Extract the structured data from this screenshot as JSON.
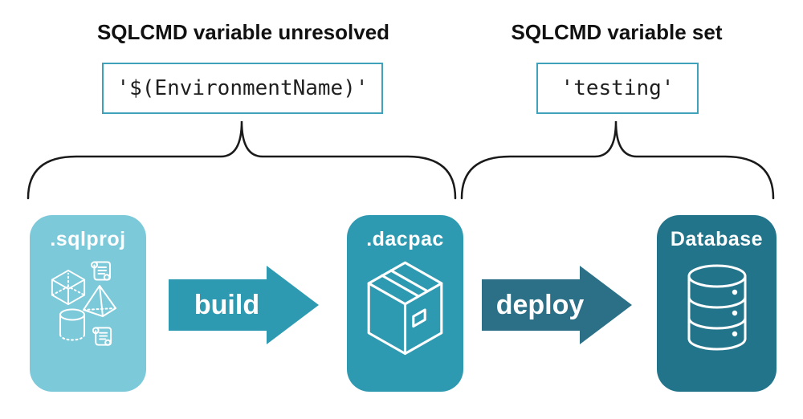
{
  "colors": {
    "background": "#ffffff",
    "heading_text": "#111111",
    "code_text": "#1f1f1f",
    "code_border": "#3fa2ba",
    "brace": "#1a1a1a",
    "light_teal": "#7cc9da",
    "mid_teal": "#2e9ab1",
    "deep_teal": "#2b7086",
    "dark_teal": "#22748a",
    "icon_white": "#ffffff"
  },
  "annotations": {
    "left": {
      "heading": "SQLCMD variable unresolved",
      "code": "'$(EnvironmentName)'"
    },
    "right": {
      "heading": "SQLCMD variable set",
      "code": "'testing'"
    }
  },
  "pipeline": {
    "sqlproj": {
      "label": ".sqlproj",
      "icons": [
        "script-scroll-icon",
        "cube-icon",
        "pyramid-icon",
        "cylinder-icon",
        "script-scroll-icon"
      ]
    },
    "build": {
      "label": "build"
    },
    "dacpac": {
      "label": ".dacpac",
      "icons": [
        "package-box-icon"
      ]
    },
    "deploy": {
      "label": "deploy"
    },
    "database": {
      "label": "Database",
      "icons": [
        "database-cylinder-icon"
      ]
    }
  }
}
